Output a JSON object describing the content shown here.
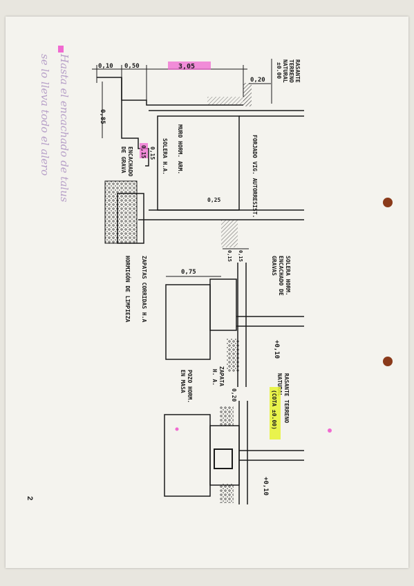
{
  "page": {
    "number": "2",
    "handwritten_note": {
      "line1": "Hasta el encachado de talus",
      "line2": "se lo lleva todo el alero"
    }
  },
  "dimensions": {
    "d010": "0,10",
    "d050": "0,50",
    "d305": "3,05",
    "d020_top": "0,20",
    "d085": "0,85",
    "d015": "0,15",
    "d015b": "0,15",
    "d025": "0,25",
    "d075": "0,75",
    "d020_mid": "0,20",
    "d015c": "0,15",
    "d015d": "0,15"
  },
  "labels": {
    "rasante_top": [
      "RASANTE",
      "TERRENO",
      "NATURAL",
      "±0.00"
    ],
    "forjado": "FORJADO VIG. AUTORRESIST.",
    "muro": "MURO HORM. ARM.",
    "solera_ha": "SOLERA H.A.",
    "encachado_grava": [
      "ENCACHADO",
      "DE GRAVA"
    ],
    "zapatas": "ZAPATAS CORRIDAS H.A",
    "hormigon_limpieza": "HORMIGÓN DE LIMPIEZA",
    "solera_horm": [
      "SOLERA HORM.",
      "ENCACHADO DE",
      "GRAVAS"
    ],
    "rasante_mid": [
      "RASANTE TERRENO",
      "NATURAL"
    ],
    "cota_highlight": "(COTA ±0.00)",
    "level_mid": "+0,10",
    "level_bottom": "+0,10",
    "zapata": [
      "ZAPATA",
      "H. A."
    ],
    "pozo": [
      "POZO HORM.",
      "EN MASA"
    ]
  },
  "colors": {
    "ink": "#1a1a1a",
    "pink_marker": "#f06ad0",
    "yellow_marker": "#e6f230",
    "punch_hole": "#8a3a1a",
    "paper": "#f4f3ee"
  }
}
